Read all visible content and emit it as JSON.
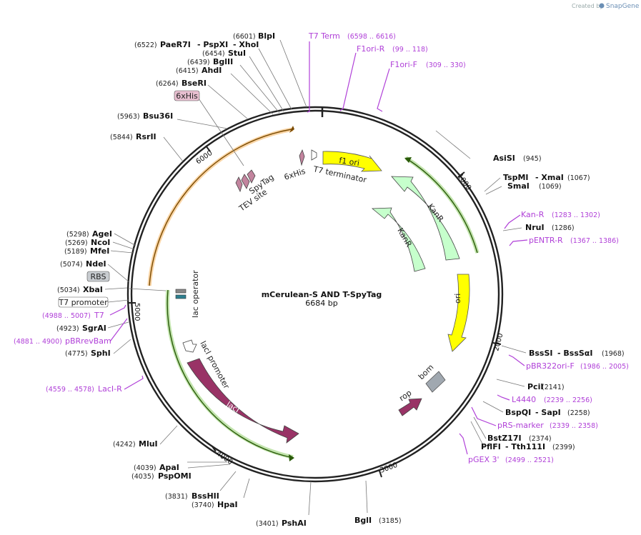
{
  "credit": {
    "created_by": "Created by",
    "brand": "SnapGene"
  },
  "plasmid": {
    "name": "mCerulean-S AND T-SpyTag",
    "length_label": "6684 bp"
  },
  "ticks": [
    {
      "label": "1000"
    },
    {
      "label": "2000"
    },
    {
      "label": "3000"
    },
    {
      "label": "4000"
    },
    {
      "label": "5000"
    },
    {
      "label": "6000"
    }
  ],
  "enzymes": [
    {
      "name": "BlpI",
      "pos": "(6601)"
    },
    {
      "name": "PaeR7I",
      "pos": "(6522)"
    },
    {
      "name": "- PspXI",
      "pos": ""
    },
    {
      "name": "- XhoI",
      "pos": ""
    },
    {
      "name": "StuI",
      "pos": "(6454)"
    },
    {
      "name": "BglII",
      "pos": "(6439)"
    },
    {
      "name": "AhdI",
      "pos": "(6415)"
    },
    {
      "name": "BseRI",
      "pos": "(6264)"
    },
    {
      "name": "Bsu36I",
      "pos": "(5963)"
    },
    {
      "name": "RsrII",
      "pos": "(5844)"
    },
    {
      "name": "AsiSI",
      "pos": "(945)"
    },
    {
      "name": "TspMI",
      "pos": "(1067)"
    },
    {
      "name": "- XmaI",
      "pos": ""
    },
    {
      "name": "SmaI",
      "pos": "(1069)"
    },
    {
      "name": "NruI",
      "pos": "(1286)"
    },
    {
      "name": "BssSI",
      "pos": "(1968)"
    },
    {
      "name": "- BssSαI",
      "pos": ""
    },
    {
      "name": "PciI",
      "pos": "(2141)"
    },
    {
      "name": "BspQI",
      "pos": "(2258)"
    },
    {
      "name": "- SapI",
      "pos": ""
    },
    {
      "name": "BstZ17I",
      "pos": "(2374)"
    },
    {
      "name": "PflFI",
      "pos": "(2399)"
    },
    {
      "name": "- Tth111I",
      "pos": ""
    },
    {
      "name": "BglI",
      "pos": "(3185)"
    },
    {
      "name": "PshAI",
      "pos": "(3401)"
    },
    {
      "name": "HpaI",
      "pos": "(3740)"
    },
    {
      "name": "BssHII",
      "pos": "(3831)"
    },
    {
      "name": "PspOMI",
      "pos": "(4035)"
    },
    {
      "name": "ApaI",
      "pos": "(4039)"
    },
    {
      "name": "MluI",
      "pos": "(4242)"
    },
    {
      "name": "SphI",
      "pos": "(4775)"
    },
    {
      "name": "SgrAI",
      "pos": "(4923)"
    },
    {
      "name": "XbaI",
      "pos": "(5034)"
    },
    {
      "name": "NdeI",
      "pos": "(5074)"
    },
    {
      "name": "MfeI",
      "pos": "(5189)"
    },
    {
      "name": "NcoI",
      "pos": "(5269)"
    },
    {
      "name": "AgeI",
      "pos": "(5298)"
    }
  ],
  "primers": [
    {
      "name": "T7 Term",
      "pos": "(6598 .. 6616)"
    },
    {
      "name": "F1ori-R",
      "pos": "(99 .. 118)"
    },
    {
      "name": "F1ori-F",
      "pos": "(309 .. 330)"
    },
    {
      "name": "Kan-R",
      "pos": "(1283 .. 1302)"
    },
    {
      "name": "pENTR-R",
      "pos": "(1367 .. 1386)"
    },
    {
      "name": "pBR322ori-F",
      "pos": "(1986 .. 2005)"
    },
    {
      "name": "L4440",
      "pos": "(2239 .. 2256)"
    },
    {
      "name": "pRS-marker",
      "pos": "(2339 .. 2358)"
    },
    {
      "name": "pGEX 3'",
      "pos": "(2499 .. 2521)"
    },
    {
      "name": "T7",
      "pos": "(4988 .. 5007)"
    },
    {
      "name": "pBRrevBam",
      "pos": "(4881 .. 4900)"
    },
    {
      "name": "LacI-R",
      "pos": "(4559 .. 4578)"
    }
  ],
  "boxed": [
    {
      "name": "6xHis"
    },
    {
      "name": "RBS"
    },
    {
      "name": "T7 promoter"
    }
  ],
  "features": [
    {
      "name": "f1 ori"
    },
    {
      "name": "KanR"
    },
    {
      "name": "KanR"
    },
    {
      "name": "ori"
    },
    {
      "name": "bom"
    },
    {
      "name": "rop"
    },
    {
      "name": "lacI"
    },
    {
      "name": "lacI promoter"
    },
    {
      "name": "lac operator"
    },
    {
      "name": "T7 terminator"
    },
    {
      "name": "6xHis"
    },
    {
      "name": "SpyTag"
    },
    {
      "name": "TEV site"
    }
  ],
  "colors": {
    "backbone": "#222222",
    "primer": "#b040d8",
    "f1ori": "#ffff00",
    "kanr": "#c6ffcc",
    "lacI": "#993366",
    "orange_arc": "#f2a23a",
    "green_arc": "#66bb33",
    "bom": "#a0a8b0",
    "tag": "#c2849e"
  }
}
